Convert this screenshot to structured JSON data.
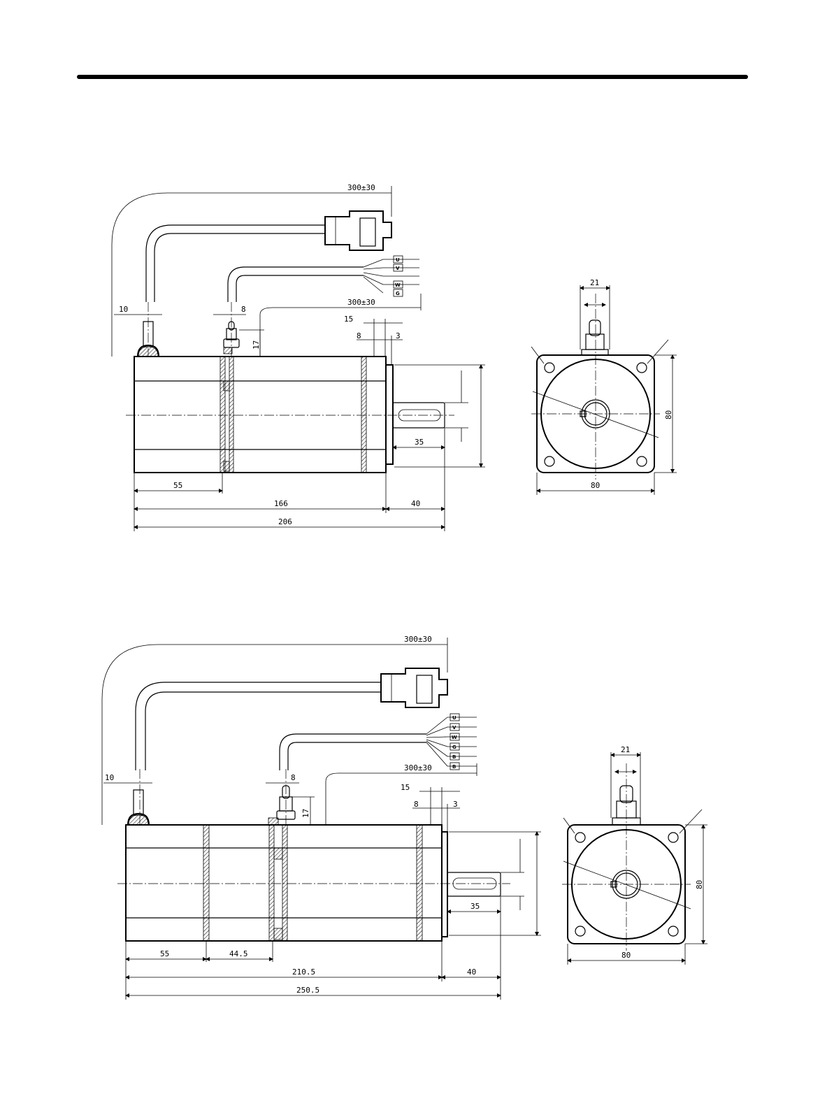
{
  "drawing1": {
    "cable_length_top": "300±30",
    "cable_length_bottom": "300±30",
    "dim_cable_offset": "10",
    "dim_connector_width": "8",
    "dim_connector_height": "17",
    "dim_flange_15": "15",
    "dim_flange_8": "8",
    "dim_flange_3": "3",
    "dim_shaft_length": "35",
    "dim_rear_section": "55",
    "dim_body_length": "166",
    "dim_shaft_total": "40",
    "dim_overall": "206",
    "dim_front_width": "80",
    "dim_front_height": "80",
    "dim_front_connector": "21",
    "pin_labels": [
      "U",
      "V",
      "W",
      "G"
    ]
  },
  "drawing2": {
    "cable_length_top": "300±30",
    "cable_length_bottom": "300±30",
    "dim_cable_offset": "10",
    "dim_connector_width": "8",
    "dim_connector_height": "17",
    "dim_flange_15": "15",
    "dim_flange_8": "8",
    "dim_flange_3": "3",
    "dim_shaft_length": "35",
    "dim_rear_section": "55",
    "dim_brake_section": "44.5",
    "dim_body_length": "210.5",
    "dim_shaft_total": "40",
    "dim_overall": "250.5",
    "dim_front_width": "80",
    "dim_front_height": "80",
    "dim_front_connector": "21",
    "pin_labels": [
      "U",
      "V",
      "W",
      "G",
      "B",
      "B"
    ]
  }
}
